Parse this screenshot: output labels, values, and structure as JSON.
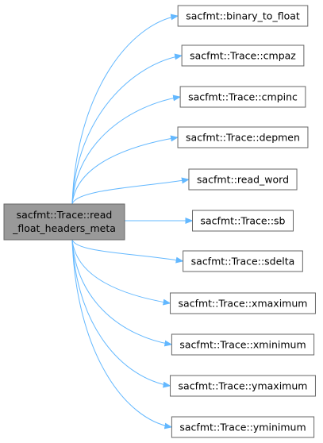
{
  "colors": {
    "source_fill": "#999999",
    "source_stroke": "#666666",
    "target_fill": "#ffffff",
    "target_stroke": "#666666",
    "edge": "#63b8ff"
  },
  "source": {
    "lines": [
      "sacfmt::Trace::read",
      "_float_headers_meta"
    ]
  },
  "targets": [
    "sacfmt::binary_to_float",
    "sacfmt::Trace::cmpaz",
    "sacfmt::Trace::cmpinc",
    "sacfmt::Trace::depmen",
    "sacfmt::read_word",
    "sacfmt::Trace::sb",
    "sacfmt::Trace::sdelta",
    "sacfmt::Trace::xmaximum",
    "sacfmt::Trace::xminimum",
    "sacfmt::Trace::ymaximum",
    "sacfmt::Trace::yminimum"
  ]
}
